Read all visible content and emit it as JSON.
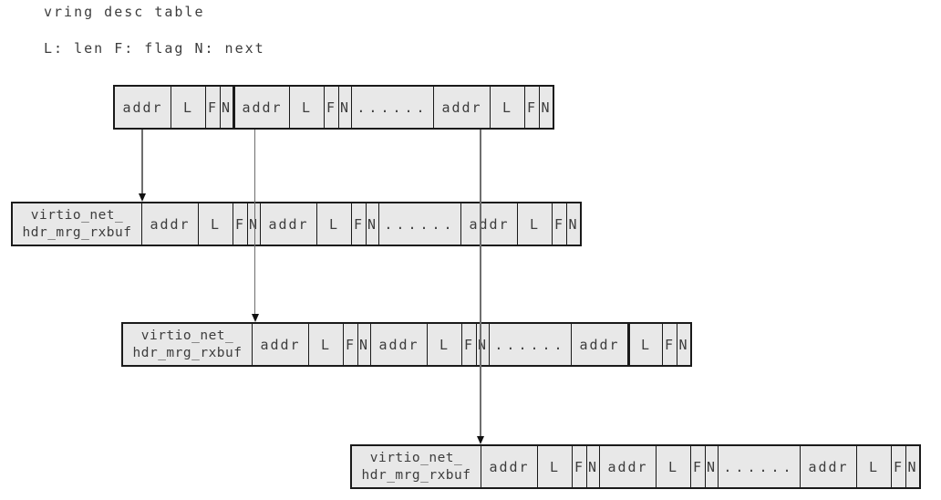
{
  "title": "vring desc table",
  "legend": "L: len F: flag N: next",
  "colors": {
    "cell_bg": "#e8e8e8",
    "border": "#1a1a1a",
    "text": "#3d3d3d",
    "arrow_line": "#6e6e6e",
    "arrow_head": "#111111"
  },
  "tables": [
    {
      "name": "vring-desc-table",
      "cells": [
        "addr",
        "L",
        "F",
        "N",
        "addr",
        "L",
        "F",
        "N",
        "......",
        "addr",
        "L",
        "F",
        "N"
      ]
    },
    {
      "name": "rx-buffer-1",
      "label_line1": "virtio_net_",
      "label_line2": "hdr_mrg_rxbuf",
      "cells": [
        "addr",
        "L",
        "F",
        "N",
        "addr",
        "L",
        "F",
        "N",
        "......",
        "addr",
        "L",
        "F",
        "N"
      ]
    },
    {
      "name": "rx-buffer-2",
      "label_line1": "virtio_net_",
      "label_line2": "hdr_mrg_rxbuf",
      "cells": [
        "addr",
        "L",
        "F",
        "N",
        "addr",
        "L",
        "F",
        "N",
        "......",
        "addr",
        "L",
        "F",
        "N"
      ]
    },
    {
      "name": "rx-buffer-3",
      "label_line1": "virtio_net_",
      "label_line2": "hdr_mrg_rxbuf",
      "cells": [
        "addr",
        "L",
        "F",
        "N",
        "addr",
        "L",
        "F",
        "N",
        "......",
        "addr",
        "L",
        "F",
        "N"
      ]
    }
  ]
}
